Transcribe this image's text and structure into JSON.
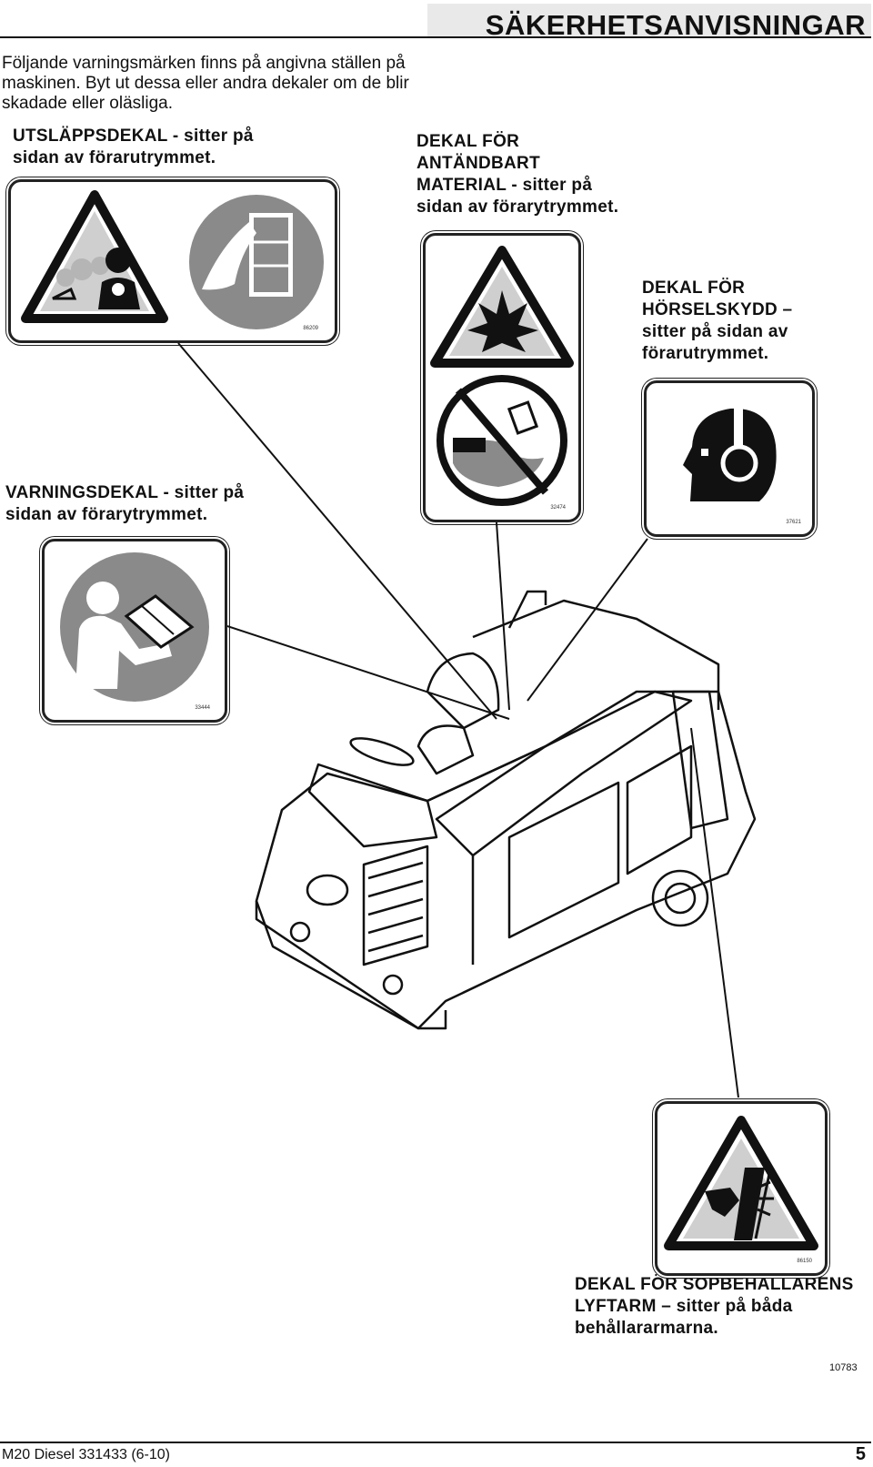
{
  "header": {
    "title": "SÄKERHETSANVISNINGAR"
  },
  "intro": {
    "text": "Följande varningsmärken finns på angivna ställen på maskinen. Byt ut dessa eller andra dekaler om de blir skadade eller oläsliga."
  },
  "decals": {
    "exhaust": {
      "label": "UTSLÄPPSDEKAL - sitter på sidan av förarutrymmet.",
      "part_number": "86209"
    },
    "flammable": {
      "label": "DEKAL FÖR ANTÄNDBART MATERIAL - sitter på sidan av förarytrymmet.",
      "part_number": "32474"
    },
    "hearing": {
      "label": "DEKAL FÖR HÖRSELSKYDD – sitter på sidan av förarutrymmet.",
      "part_number": "37621"
    },
    "warning": {
      "label": "VARNINGSDEKAL - sitter på sidan av förarytrymmet.",
      "part_number": "33444"
    },
    "lift_arm": {
      "label": "DEKAL FÖR SOPBEHÅLLARENS LYFTARM – sitter på båda behållararmarna.",
      "part_number": "86150"
    }
  },
  "figure": {
    "number": "10783"
  },
  "footer": {
    "model": "M20 Diesel 331433 (6-10)",
    "page": "5"
  },
  "colors": {
    "decal_gray": "#8a8a8a",
    "decal_light": "#cfcfcf",
    "ink": "#111111"
  }
}
